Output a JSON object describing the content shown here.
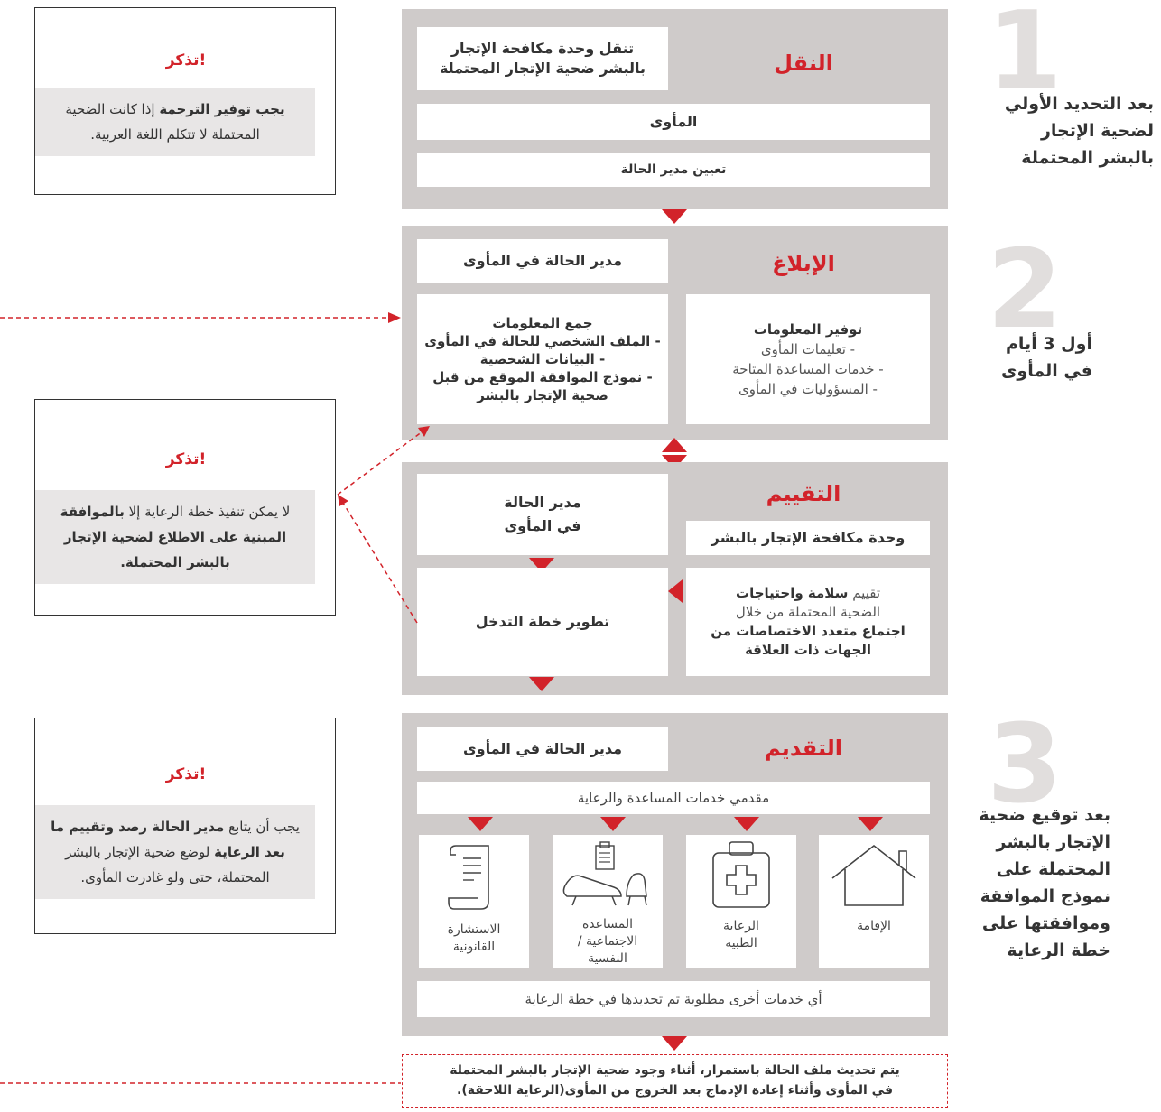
{
  "steps": [
    {
      "number": "1",
      "label": "بعد التحديد الأولي\nلضحية الإتجار\nبالبشر المحتملة"
    },
    {
      "number": "2",
      "label": "أول 3 أيام\nفي المأوى"
    },
    {
      "number": "3",
      "label": "بعد توقيع ضحية\nالإتجار بالبشر\nالمحتملة على\nنموذج الموافقة\nوموافقتها على\nخطة الرعاية"
    }
  ],
  "transport": {
    "title": "النقل",
    "unit": "تنقل وحدة مكافحة الإتجار\nبالبشر ضحية الإتجار المحتملة",
    "shelter": "المأوى",
    "case_manager": "تعيين مدير الحالة"
  },
  "reporting": {
    "title": "الإبلاغ",
    "case_manager": "مدير الحالة في المأوى",
    "info_title": "توفير المعلومات",
    "info_items": "- تعليمات المأوى\n- خدمات المساعدة المتاحة\n- المسؤوليات في المأوى",
    "gather": "جمع المعلومات\n- الملف الشخصي للحالة في المأوى\n- البيانات الشخصية\n- نموذج الموافقة الموقع من قبل\nضحية الإتجار بالبشر"
  },
  "assessment": {
    "title": "التقييم",
    "case_manager": "مدير الحالة\nفي المأوى",
    "unit": "وحدة مكافحة الإتجار بالبشر",
    "eval_a": "تقييم ",
    "eval_b": "سلامة واحتياجات",
    "eval_c": "الضحية المحتملة من خلال",
    "eval_d": "اجتماع متعدد الاختصاصات من\nالجهات ذات العلاقة",
    "plan": "تطوير خطة التدخل"
  },
  "provision": {
    "title": "التقديم",
    "case_manager": "مدير الحالة في المأوى",
    "providers": "مقدمي خدمات المساعدة والرعاية",
    "services": [
      {
        "label": "الإقامة",
        "icon": "house-icon"
      },
      {
        "label": "الرعاية\nالطبية",
        "icon": "medical-kit-icon"
      },
      {
        "label": "المساعدة\nالاجتماعية /\nالنفسية",
        "icon": "counseling-icon"
      },
      {
        "label": "الاستشارة\nالقانونية",
        "icon": "legal-scroll-icon"
      }
    ],
    "other": "أي خدمات أخرى مطلوبة تم تحديدها في خطة الرعاية"
  },
  "footer_note": "يتم تحديث ملف الحالة باستمرار، أثناء وجود ضحية الإتجار بالبشر المحتملة\nفي المأوى وأثناء إعادة الإدماج بعد الخروج من المأوى(الرعاية اللاحقة).",
  "notes": [
    {
      "title": "تذكر!",
      "bold1": "يجب توفير الترجمة",
      "text1": " إذا كانت الضحية المحتملة لا تتكلم اللغة العربية."
    },
    {
      "title": "تذكر!",
      "text1": "لا يمكن تنفيذ خطة الرعاية إلا ",
      "bold1": "بالموافقة المبنية على الاطلاع لضحية الإتجار بالبشر المحتملة."
    },
    {
      "title": "تذكر!",
      "text1": "يجب أن يتابع ",
      "bold1": "مدير الحالة رصد وتقييم ما بعد الرعاية",
      "text2": " لوضع ضحية الإتجار بالبشر المحتملة، حتى ولو غادرت المأوى."
    }
  ],
  "colors": {
    "accent": "#d2232a",
    "panel": "#cfcbca",
    "note_bg": "#e8e6e6",
    "step_number": "#e1dedd"
  }
}
